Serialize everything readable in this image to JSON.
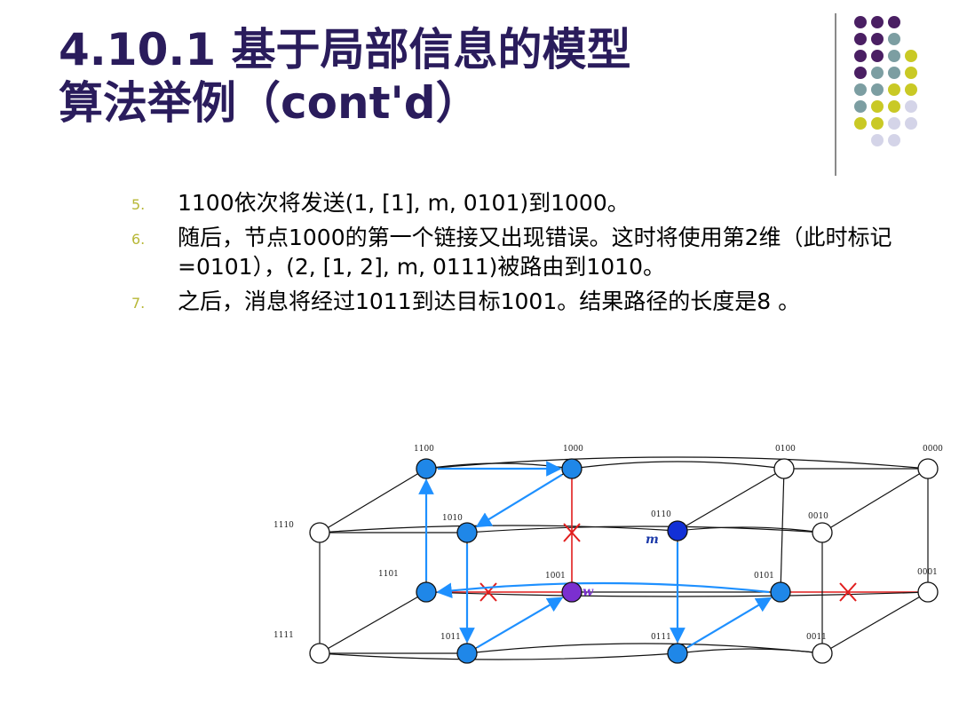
{
  "title": {
    "line1": "4.10.1 基于局部信息的模型",
    "line2": "算法举例（cont'd）"
  },
  "bullets": [
    {
      "num": "5.",
      "text": "1100依次将发送(1, [1], m, 0101)到1000。"
    },
    {
      "num": "6.",
      "text": "随后，节点1000的第一个链接又出现错误。这时将使用第2维（此时标记=0101），(2, [1, 2], m, 0111)被路由到1010。"
    },
    {
      "num": "7.",
      "text": "之后，消息将经过1011到达目标1001。结果路径的长度是8 。"
    }
  ],
  "colors": {
    "title": "#2a1c5c",
    "dot_purple": "#4a1f63",
    "dot_teal": "#7c9ea2",
    "dot_yellow": "#c9c925",
    "dot_lavender": "#d4d4e8",
    "node_blue": "#1f87e8",
    "node_m": "#1230d6",
    "node_w": "#7b2fd0",
    "faulty_link": "#e11d1d",
    "route_arrow": "#1e90ff"
  },
  "diagram": {
    "nodes": [
      {
        "label": "1100"
      },
      {
        "label": "1000"
      },
      {
        "label": "0100"
      },
      {
        "label": "0000"
      },
      {
        "label": "1110"
      },
      {
        "label": "1010"
      },
      {
        "label": "0110"
      },
      {
        "label": "0010"
      },
      {
        "label": "1101"
      },
      {
        "label": "1001"
      },
      {
        "label": "0101"
      },
      {
        "label": "0001"
      },
      {
        "label": "1111"
      },
      {
        "label": "1011"
      },
      {
        "label": "0111"
      },
      {
        "label": "0011"
      }
    ],
    "marks": {
      "m": "m",
      "w": "w"
    }
  }
}
